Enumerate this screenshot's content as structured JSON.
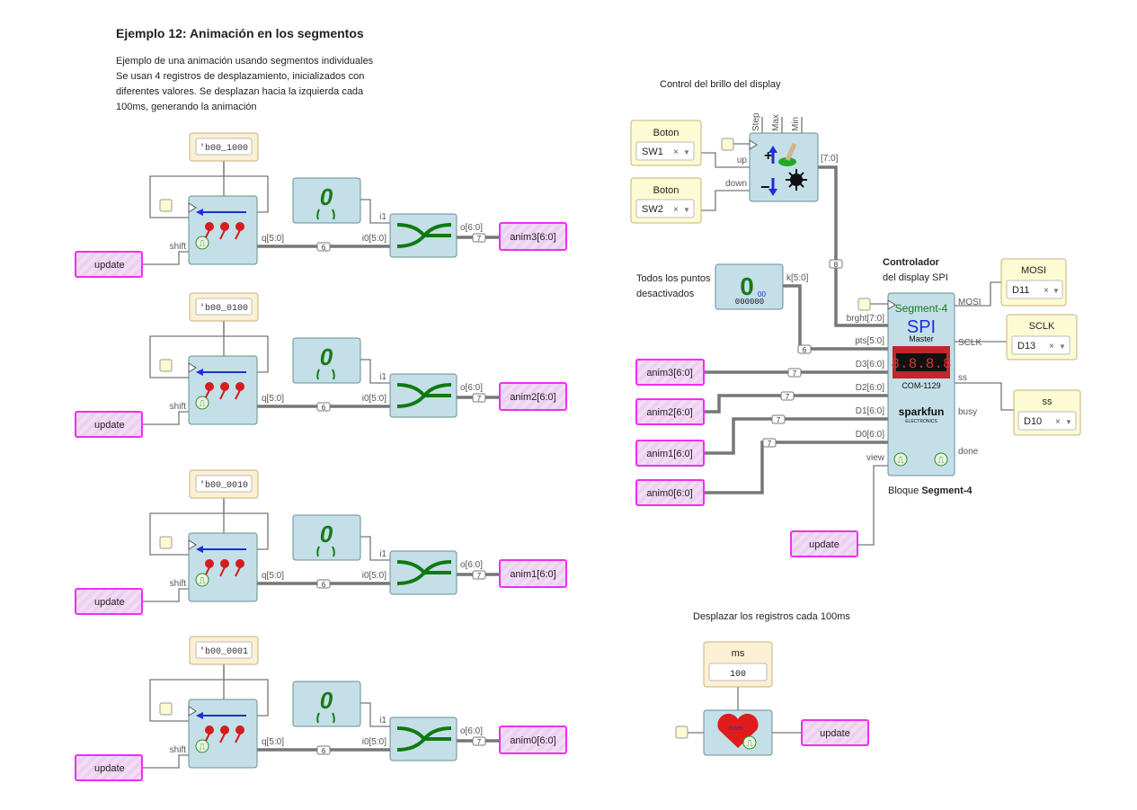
{
  "header": {
    "title": "Ejemplo 12: Animación en los segmentos",
    "desc": [
      "Ejemplo de una animación usando segmentos individuales",
      "Se usan 4 registros de desplazamiento, inicializados con",
      "diferentes valores. Se desplazan hacia la izquierda cada",
      "100ms, generando la animación"
    ]
  },
  "shift_rows": [
    {
      "const": "'b00_1000",
      "anim": "anim3[6:0]"
    },
    {
      "const": "'b00_0100",
      "anim": "anim2[6:0]"
    },
    {
      "const": "'b00_0010",
      "anim": "anim1[6:0]"
    },
    {
      "const": "'b00_0001",
      "anim": "anim0[6:0]"
    }
  ],
  "common": {
    "update": "update",
    "shift": "shift",
    "q": "q[5:0]",
    "i0": "i0[5:0]",
    "i1": "i1",
    "o": "o[6:0]",
    "bus6": "6",
    "bus7": "7",
    "bus8": "8",
    "zero_glyph": "0"
  },
  "brightness": {
    "comment": "Control del brillo del display",
    "btn1": {
      "title": "Boton",
      "value": "SW1"
    },
    "btn2": {
      "title": "Boton",
      "value": "SW2"
    },
    "up": "up",
    "down": "down",
    "params": [
      "Step",
      "Max",
      "Min"
    ],
    "out": "[7:0]"
  },
  "points": {
    "comment": [
      "Todos los puntos",
      "desactivados"
    ],
    "big": "0",
    "sub": "00",
    "bits": "000000",
    "k": "k[5:0]"
  },
  "controller": {
    "comment_bold": "Controlador",
    "comment": "del display SPI",
    "title": "Segment-4",
    "spi": "SPI",
    "master": "Master",
    "part": "COM-1129",
    "brand": "sparkfun",
    "brand_sub": "ELECTRONICS",
    "inputs": [
      "brght[7:0]",
      "pts[5:0]",
      "D3[6:0]",
      "D2[6:0]",
      "D1[6:0]",
      "D0[6:0]",
      "view"
    ],
    "outputs": [
      "MOSI",
      "SCLK",
      "ss",
      "busy",
      "done"
    ],
    "caption_pre": "Bloque ",
    "caption_bold": "Segment-4",
    "anim_inputs": [
      "anim3[6:0]",
      "anim2[6:0]",
      "anim1[6:0]",
      "anim0[6:0]"
    ],
    "update": "update",
    "pins": [
      {
        "title": "MOSI",
        "value": "D11"
      },
      {
        "title": "SCLK",
        "value": "D13"
      },
      {
        "title": "ss",
        "value": "D10"
      }
    ]
  },
  "timer": {
    "comment": "Desplazar los registros cada 100ms",
    "param_title": "ms",
    "param_value": "100",
    "icon_text": "msec",
    "out": "update"
  },
  "colors": {
    "block": "#c4dfe8",
    "block_border": "#6a8d99",
    "label_fill": "#f3dcf5",
    "label_border": "#f02ef0",
    "const_fill": "#fbf0d4",
    "const_border": "#c8b27a",
    "input_fill": "#fdfbd3",
    "wire": "#777777",
    "green": "#1a7a1a"
  }
}
